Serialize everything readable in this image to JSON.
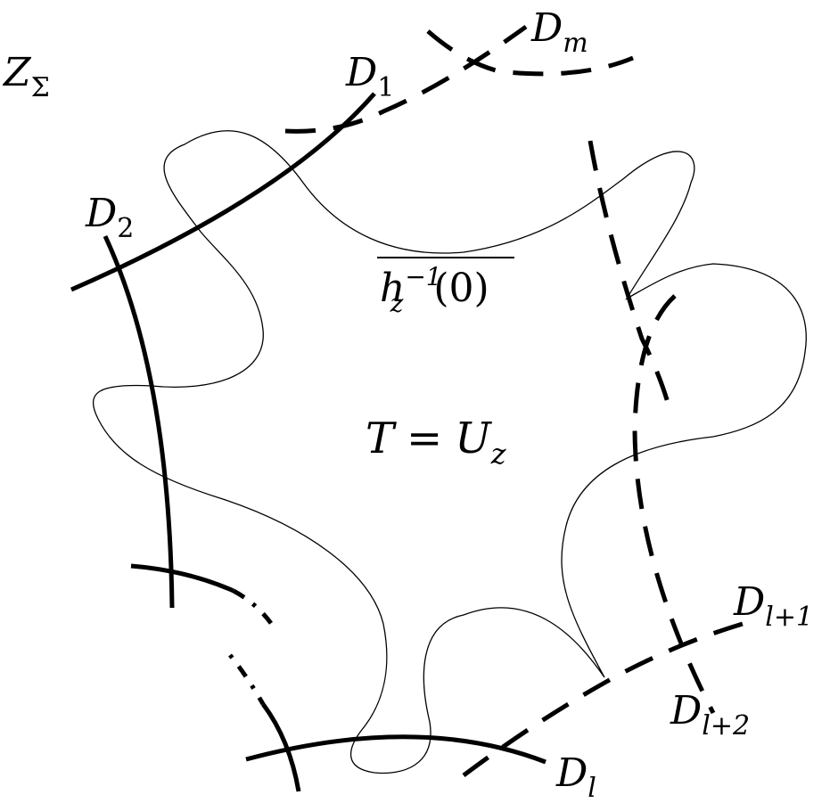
{
  "labels": {
    "Z": {
      "base": "Z",
      "sub": "Σ"
    },
    "D1": {
      "base": "D",
      "sub": "1"
    },
    "D2": {
      "base": "D",
      "sub": "2"
    },
    "Dm": {
      "base": "D",
      "sub": "m"
    },
    "Dl": {
      "base": "D",
      "sub": "l"
    },
    "Dl1": {
      "base": "D",
      "sub": "l+1"
    },
    "Dl2": {
      "base": "D",
      "sub": "l+2"
    },
    "hz": {
      "base": "h",
      "sub": "z",
      "sup": "−1",
      "arg": "(0)"
    },
    "T": {
      "lhs": "T",
      "eq": "=",
      "rhs": "U",
      "rhs_sub": "z"
    }
  },
  "colors": {
    "ink": "#000000",
    "background": "#ffffff"
  }
}
